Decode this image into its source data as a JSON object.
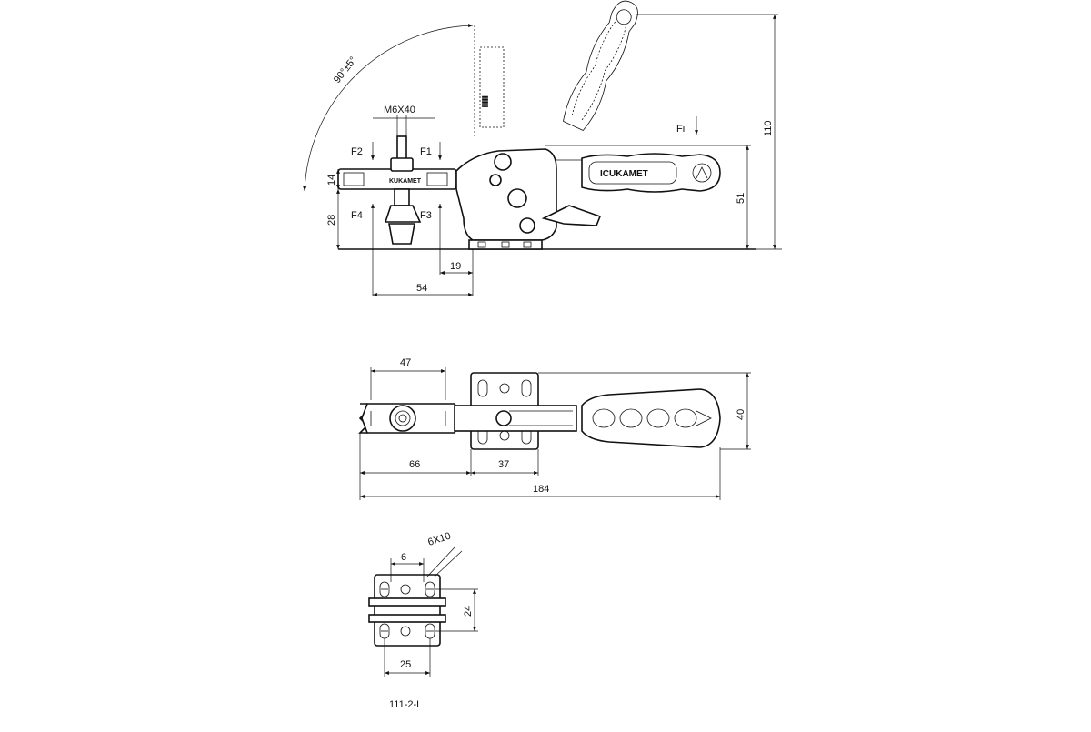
{
  "side_view": {
    "angle": "90°±5°",
    "bolt": "M6X40",
    "forces": {
      "f1": "F1",
      "f2": "F2",
      "f3": "F3",
      "f4": "F4",
      "fi": "Fi"
    },
    "dims": {
      "h14": "14",
      "h28": "28",
      "d19": "19",
      "d54": "54",
      "h51": "51",
      "h110": "110"
    },
    "brand_text": "KUKAMET"
  },
  "top_view": {
    "dims": {
      "d47": "47",
      "d66": "66",
      "d37": "37",
      "d184": "184",
      "h40": "40"
    }
  },
  "base_view": {
    "dims": {
      "hole": "6X10",
      "d6": "6",
      "d24": "24",
      "d25": "25"
    }
  },
  "model": "111-2-L"
}
